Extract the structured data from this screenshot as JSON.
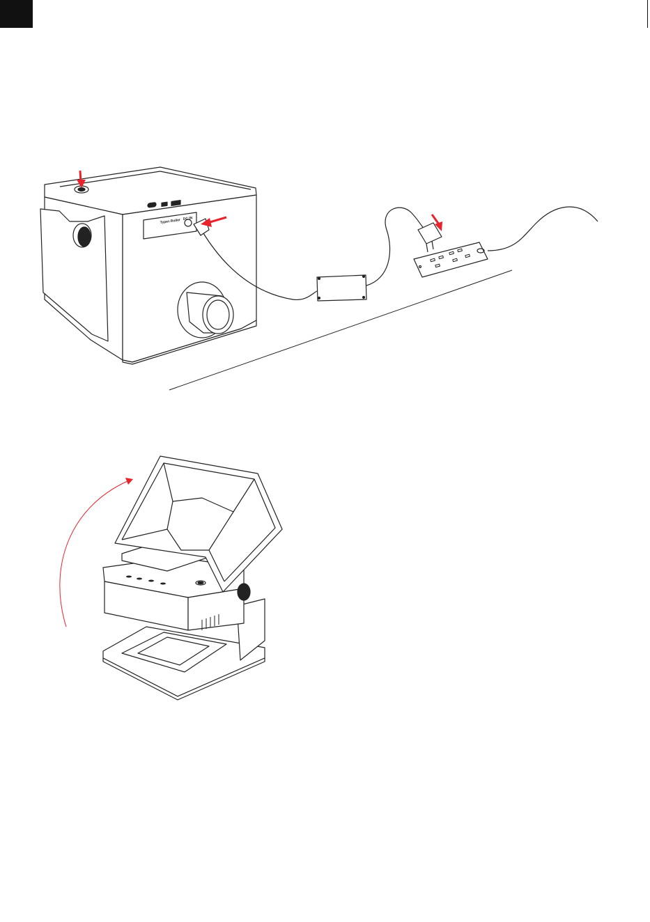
{
  "page": {
    "accent_color": "#e8232b",
    "line_color": "#222222",
    "corner_tab": "black-page-tab"
  },
  "figure_top": {
    "description_icon": "engraver-power-connection",
    "port_labels": [
      "Typec",
      "Roller",
      "DC IN"
    ]
  },
  "figure_bottom": {
    "description_icon": "engraver-lid-opening"
  }
}
